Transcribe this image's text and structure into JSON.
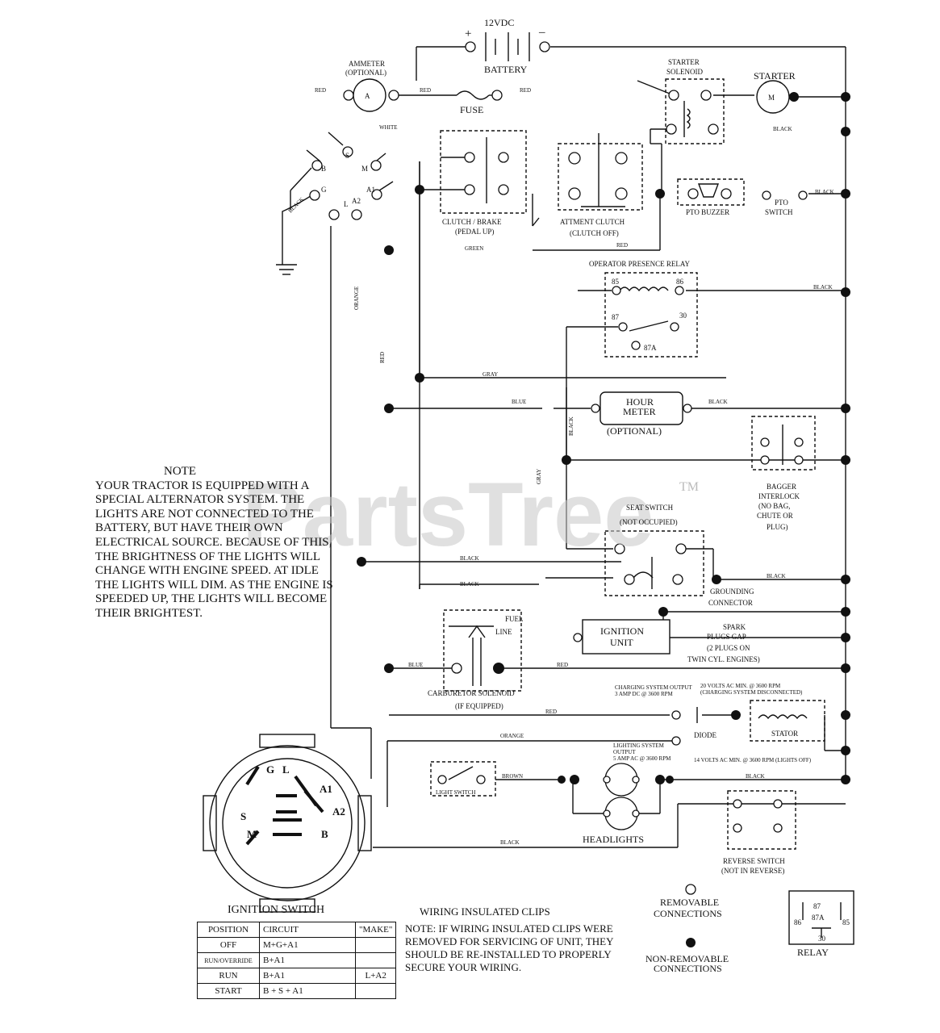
{
  "battery": {
    "voltage": "12VDC",
    "label": "BATTERY",
    "plus": "+",
    "minus": "–"
  },
  "ammeter": {
    "label1": "AMMETER",
    "label2": "(OPTIONAL)",
    "symbol": "A"
  },
  "fuse": {
    "label": "FUSE"
  },
  "starter_solenoid": {
    "label1": "STARTER",
    "label2": "SOLENOID"
  },
  "starter": {
    "label": "STARTER",
    "symbol": "M"
  },
  "clutch_brake": {
    "label1": "CLUTCH / BRAKE",
    "label2": "(PEDAL UP)"
  },
  "attachment_clutch": {
    "label1": "ATTMENT CLUTCH",
    "label2": "(CLUTCH OFF)"
  },
  "pto_buzzer": {
    "label": "PTO BUZZER"
  },
  "pto_switch": {
    "label1": "PTO",
    "label2": "SWITCH"
  },
  "relay": {
    "label": "OPERATOR PRESENCE RELAY",
    "t85": "85",
    "t86": "86",
    "t87": "87",
    "t30": "30",
    "t87a": "87A"
  },
  "hour_meter": {
    "label1": "HOUR",
    "label2": "METER",
    "label3": "(OPTIONAL)"
  },
  "bagger": {
    "label1": "BAGGER",
    "label2": "INTERLOCK",
    "label3": "(NO BAG,",
    "label4": "CHUTE OR",
    "label5": "PLUG)"
  },
  "seat_switch": {
    "label1": "SEAT SWITCH",
    "label2": "(NOT OCCUPIED)"
  },
  "grounding": {
    "label1": "GROUNDING",
    "label2": "CONNECTOR"
  },
  "fuel_line": {
    "label1": "FUEL",
    "label2": "LINE"
  },
  "ignition_unit": {
    "label1": "IGNITION",
    "label2": "UNIT"
  },
  "spark_plugs": {
    "label1": "SPARK",
    "label2": "PLUGS GAP",
    "label3": "(2 PLUGS ON",
    "label4": "TWIN CYL. ENGINES)"
  },
  "carb_solenoid": {
    "label1": "CARBURETOR SOLENOID",
    "label2": "(IF EQUIPPED)"
  },
  "charging": {
    "out_1": "CHARGING SYSTEM OUTPUT",
    "out_2": "3 AMP DC @ 3600 RPM",
    "volts_1": "20 VOLTS AC MIN. @ 3600 RPM",
    "volts_2": "(CHARGING SYSTEM DISCONNECTED)",
    "diode": "DIODE",
    "stator": "STATOR",
    "light_1": "LIGHTING SYSTEM",
    "light_2": "OUTPUT",
    "light_3": "5 AMP AC @ 3600 RPM",
    "light_volts": "14 VOLTS AC MIN. @ 3600 RPM (LIGHTS OFF)"
  },
  "light_switch": {
    "label": "LIGHT SWITCH"
  },
  "headlights": {
    "label": "HEADLIGHTS"
  },
  "reverse_switch": {
    "label1": "REVERSE SWITCH",
    "label2": "(NOT IN REVERSE)"
  },
  "wire_colors": {
    "red": "RED",
    "white": "WHITE",
    "black": "BLACK",
    "green": "GREEN",
    "orange": "ORANGE",
    "gray": "GRAY",
    "blue": "BLUE",
    "brown": "BROWN"
  },
  "ignition_switch": {
    "title": "IGNITION SWITCH",
    "terminals": {
      "g": "G",
      "l": "L",
      "a1": "A1",
      "a2": "A2",
      "s": "S",
      "m": "M",
      "b": "B"
    },
    "table": {
      "headers": [
        "POSITION",
        "CIRCUIT",
        "\"MAKE\""
      ],
      "rows": [
        [
          "OFF",
          "M+G+A1",
          ""
        ],
        [
          "RUN/OVERRIDE",
          "B+A1",
          ""
        ],
        [
          "RUN",
          "B+A1",
          "L+A2"
        ],
        [
          "START",
          "B + S + A1",
          ""
        ]
      ]
    }
  },
  "note": {
    "title": "NOTE",
    "body": "YOUR TRACTOR IS EQUIPPED WITH A SPECIAL ALTERNATOR SYSTEM. THE LIGHTS ARE NOT CONNECTED TO THE BATTERY, BUT HAVE THEIR OWN ELECTRICAL SOURCE. BECAUSE OF THIS, THE BRIGHTNESS OF THE LIGHTS WILL CHANGE WITH ENGINE SPEED. AT IDLE THE LIGHTS WILL DIM. AS THE ENGINE IS SPEEDED UP, THE LIGHTS WILL BECOME THEIR BRIGHTEST."
  },
  "clips": {
    "title": "WIRING INSULATED CLIPS",
    "body": "NOTE: IF WIRING INSULATED CLIPS WERE REMOVED FOR SERVICING OF UNIT, THEY SHOULD BE RE-INSTALLED TO PROPERLY SECURE YOUR WIRING."
  },
  "legend": {
    "removable_1": "REMOVABLE",
    "removable_2": "CONNECTIONS",
    "nonremovable_1": "NON-REMOVABLE",
    "nonremovable_2": "CONNECTIONS",
    "relay": "RELAY",
    "r86": "86",
    "r85": "85",
    "r30": "30",
    "r87": "87",
    "r87a": "87A"
  },
  "watermark": {
    "text": "PartsTree",
    "tm": "TM"
  }
}
